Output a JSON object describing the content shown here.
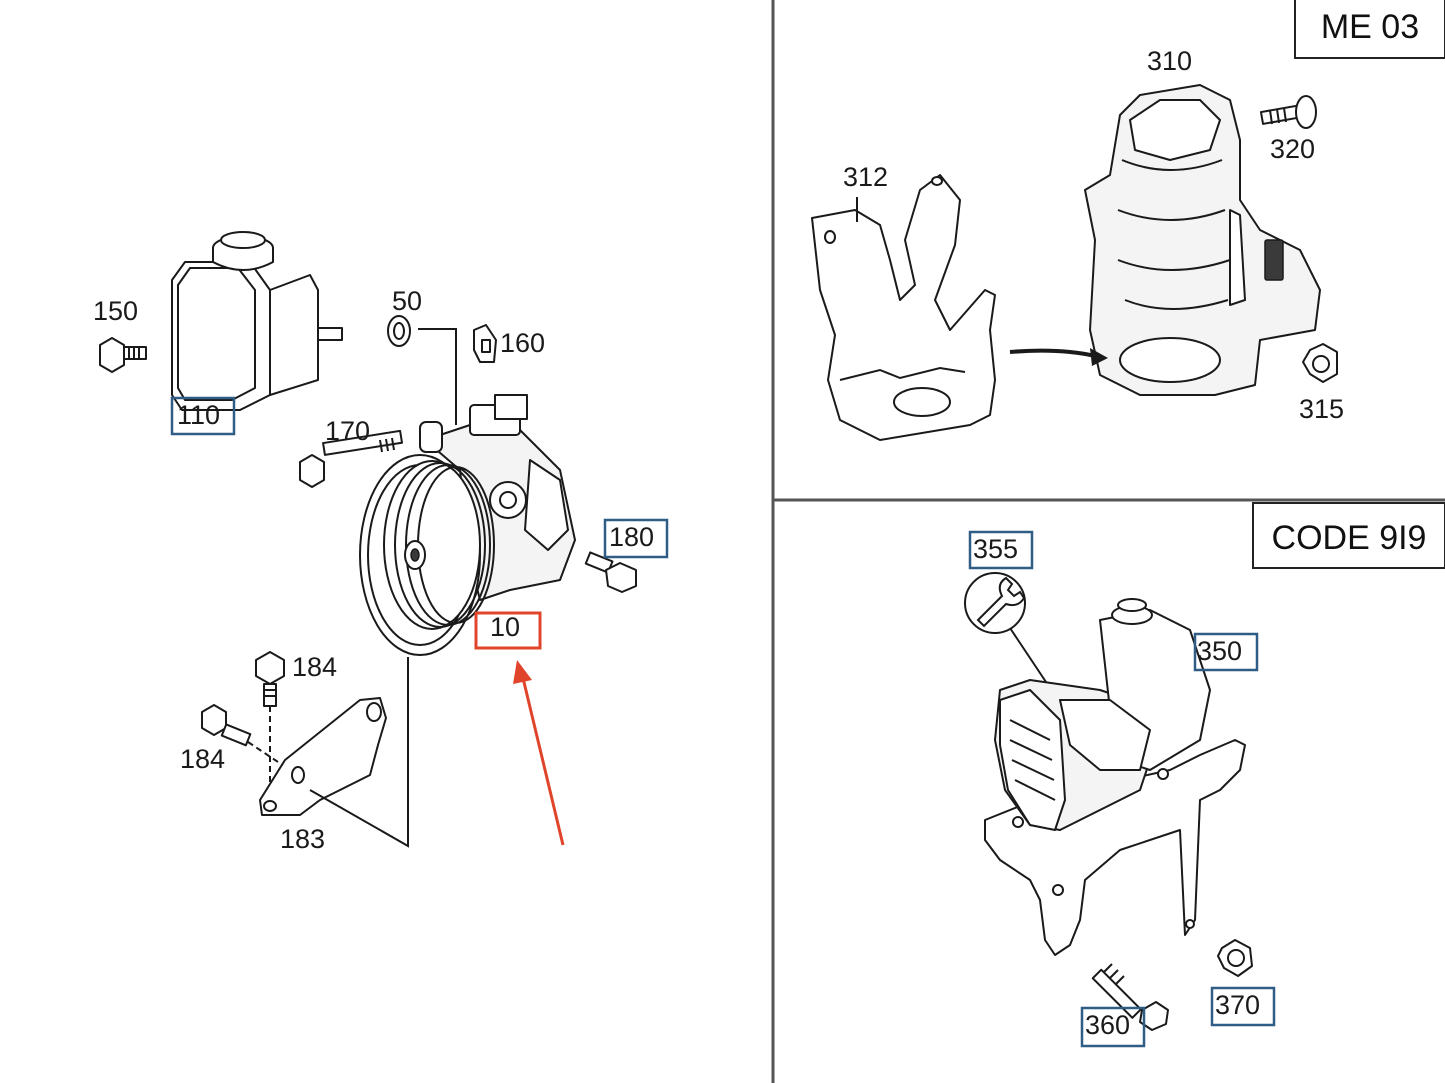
{
  "sections": {
    "top_right_title": "ME 03",
    "bottom_right_title": "CODE 9I9"
  },
  "labels": {
    "l150": "150",
    "l110": "110",
    "l50": "50",
    "l160": "160",
    "l170": "170",
    "l180": "180",
    "l10": "10",
    "l184a": "184",
    "l184b": "184",
    "l183": "183",
    "l312": "312",
    "l310": "310",
    "l320": "320",
    "l315": "315",
    "l355": "355",
    "l350": "350",
    "l360": "360",
    "l370": "370"
  },
  "highlights": {
    "blue": "#2f5d86",
    "red": "#e0452b",
    "arrow": "#e0452b"
  }
}
